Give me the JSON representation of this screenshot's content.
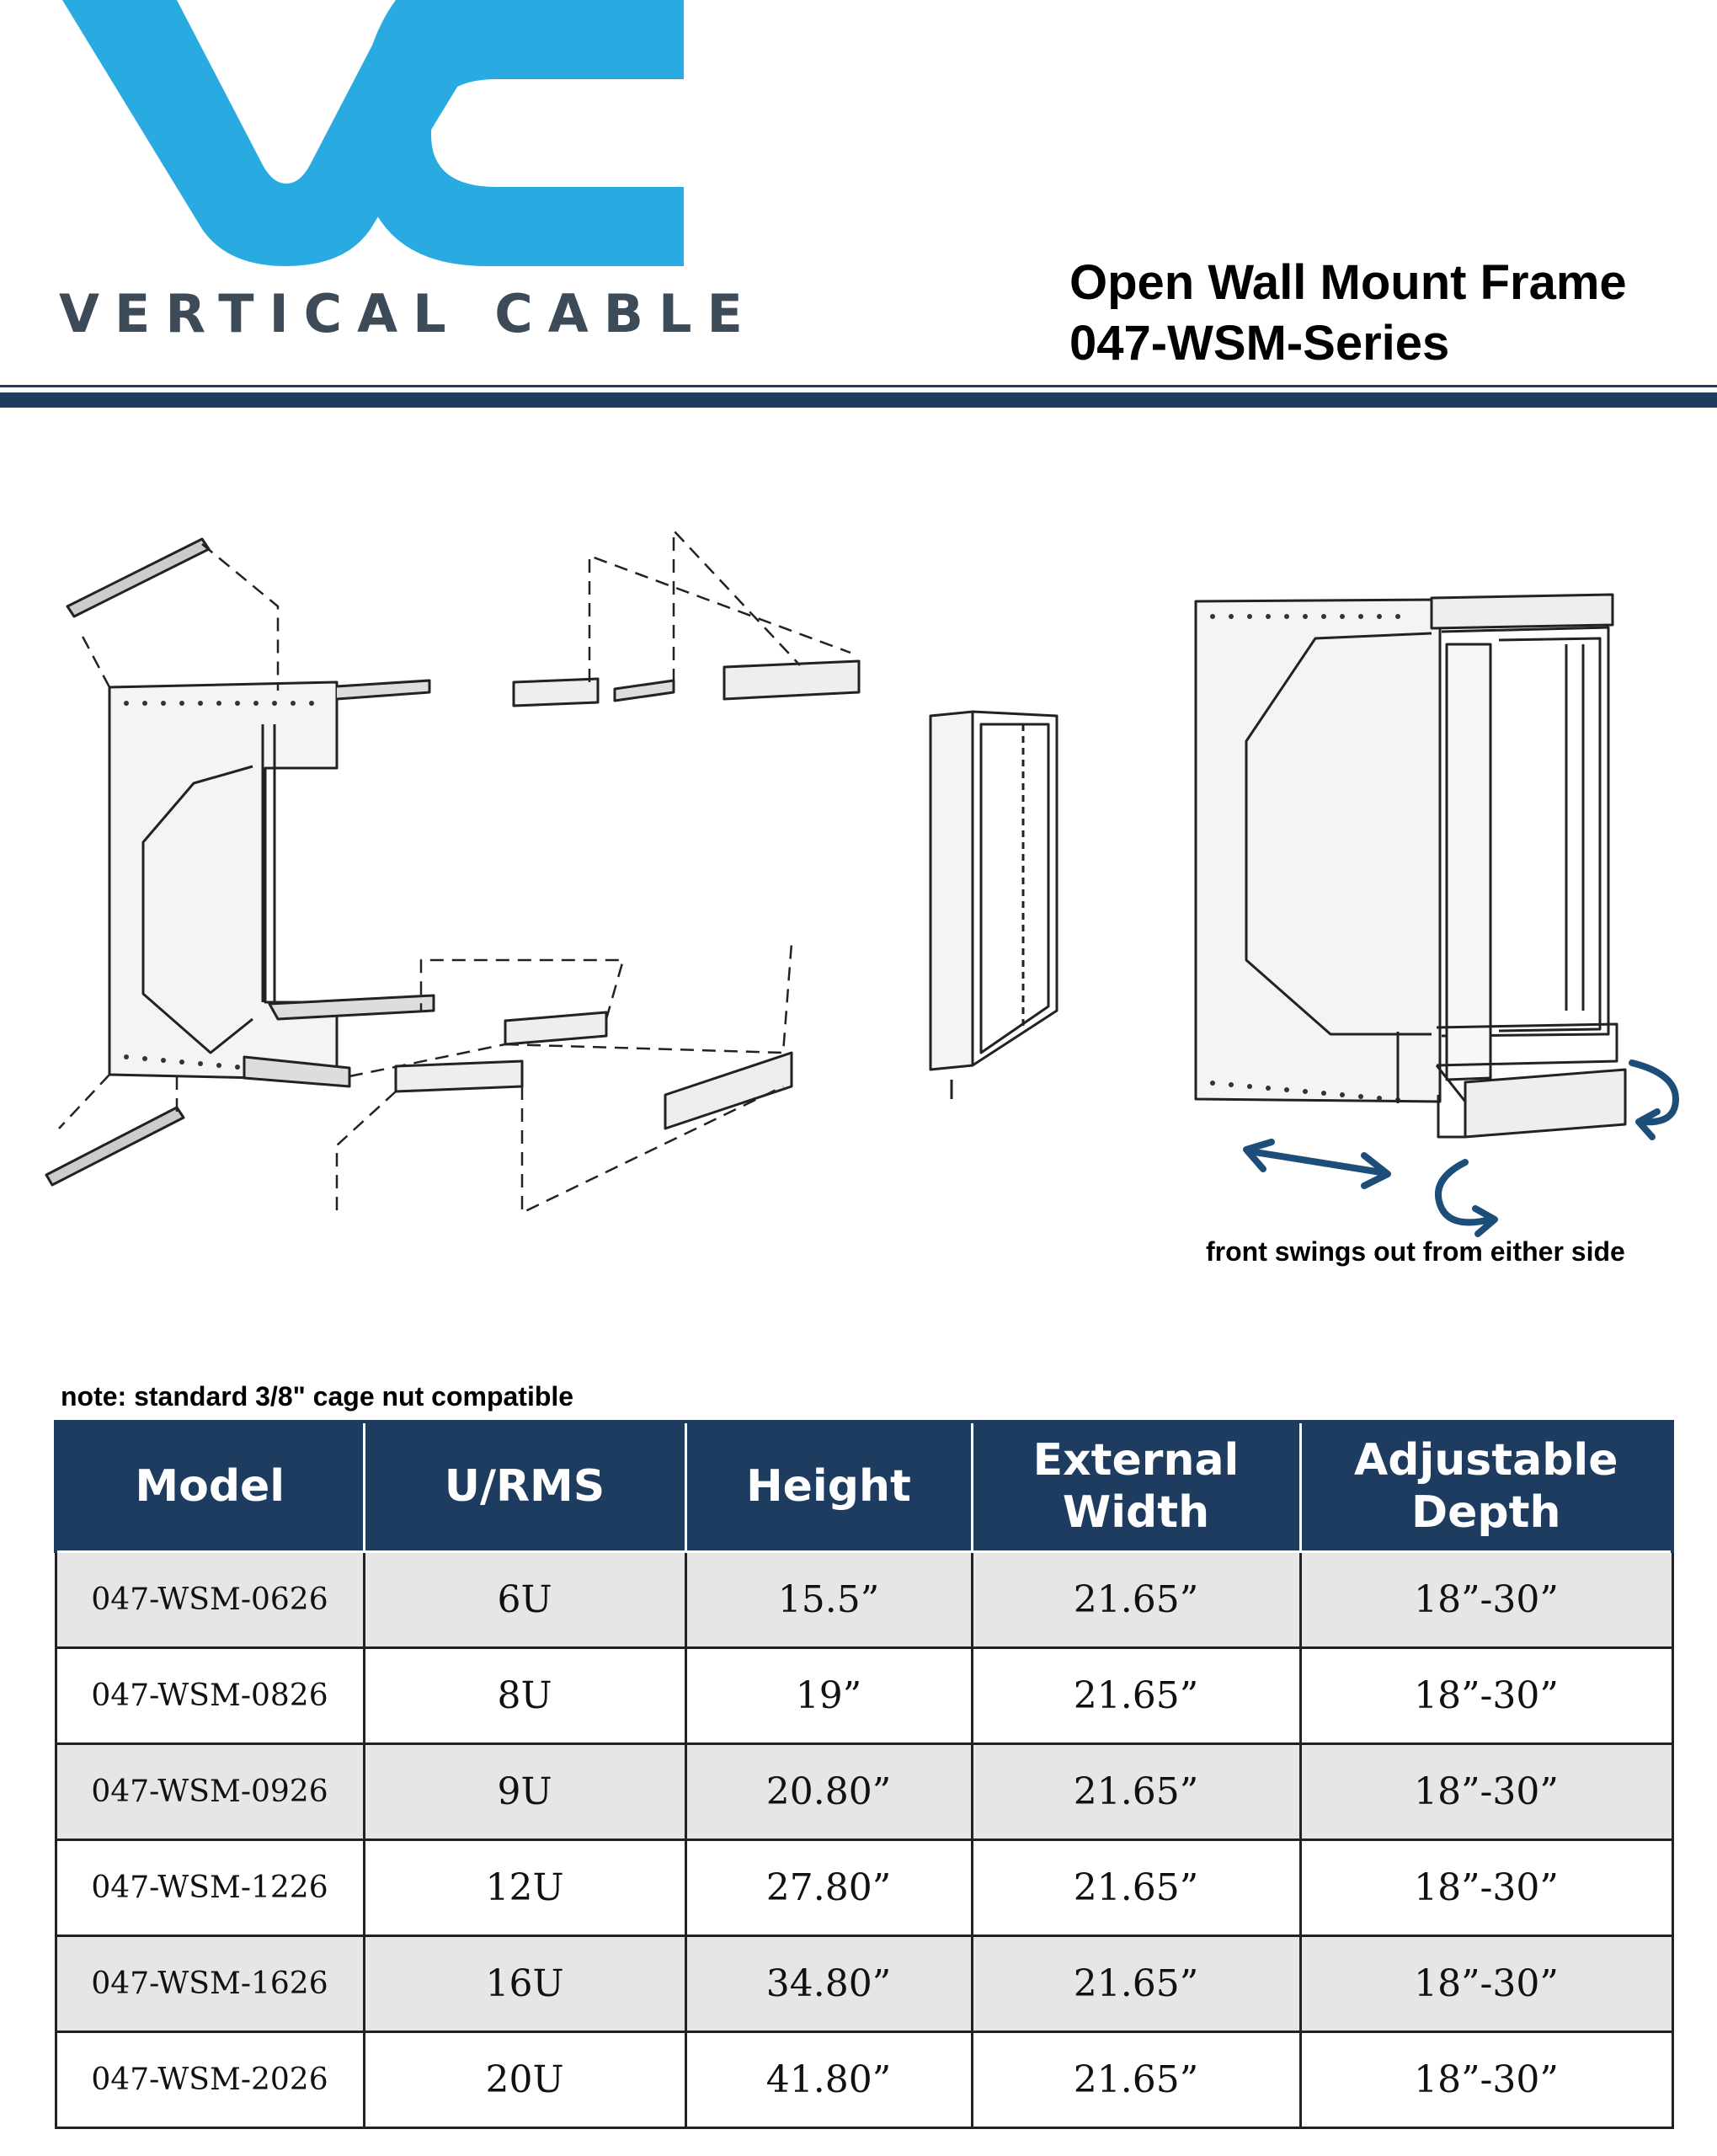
{
  "brand": {
    "logo_letters": "VC",
    "name": "VERTICAL CABLE",
    "logo_color": "#29abe2",
    "name_color": "#3d4a57"
  },
  "document": {
    "title_line1": "Open Wall Mount Frame",
    "title_line2": "047-WSM-Series",
    "accent_color": "#1d3c60"
  },
  "diagram": {
    "caption": "front swings out from either side",
    "arrow_color": "#1d4e79"
  },
  "note": "note: standard 3/8\" cage nut compatible",
  "table": {
    "columns": [
      {
        "line1": "Model",
        "line2": ""
      },
      {
        "line1": "U/RMS",
        "line2": ""
      },
      {
        "line1": "Height",
        "line2": ""
      },
      {
        "line1": "External",
        "line2": "Width"
      },
      {
        "line1": "Adjustable",
        "line2": "Depth"
      }
    ],
    "rows": [
      {
        "model": "047-WSM-0626",
        "urms": "6U",
        "height": "15.5”",
        "width": "21.65”",
        "depth": "18”-30”"
      },
      {
        "model": "047-WSM-0826",
        "urms": "8U",
        "height": "19”",
        "width": "21.65”",
        "depth": "18”-30”"
      },
      {
        "model": "047-WSM-0926",
        "urms": "9U",
        "height": "20.80”",
        "width": "21.65”",
        "depth": "18”-30”"
      },
      {
        "model": "047-WSM-1226",
        "urms": "12U",
        "height": "27.80”",
        "width": "21.65”",
        "depth": "18”-30”"
      },
      {
        "model": "047-WSM-1626",
        "urms": "16U",
        "height": "34.80”",
        "width": "21.65”",
        "depth": "18”-30”"
      },
      {
        "model": "047-WSM-2026",
        "urms": "20U",
        "height": "41.80”",
        "width": "21.65”",
        "depth": "18”-30”"
      }
    ]
  }
}
